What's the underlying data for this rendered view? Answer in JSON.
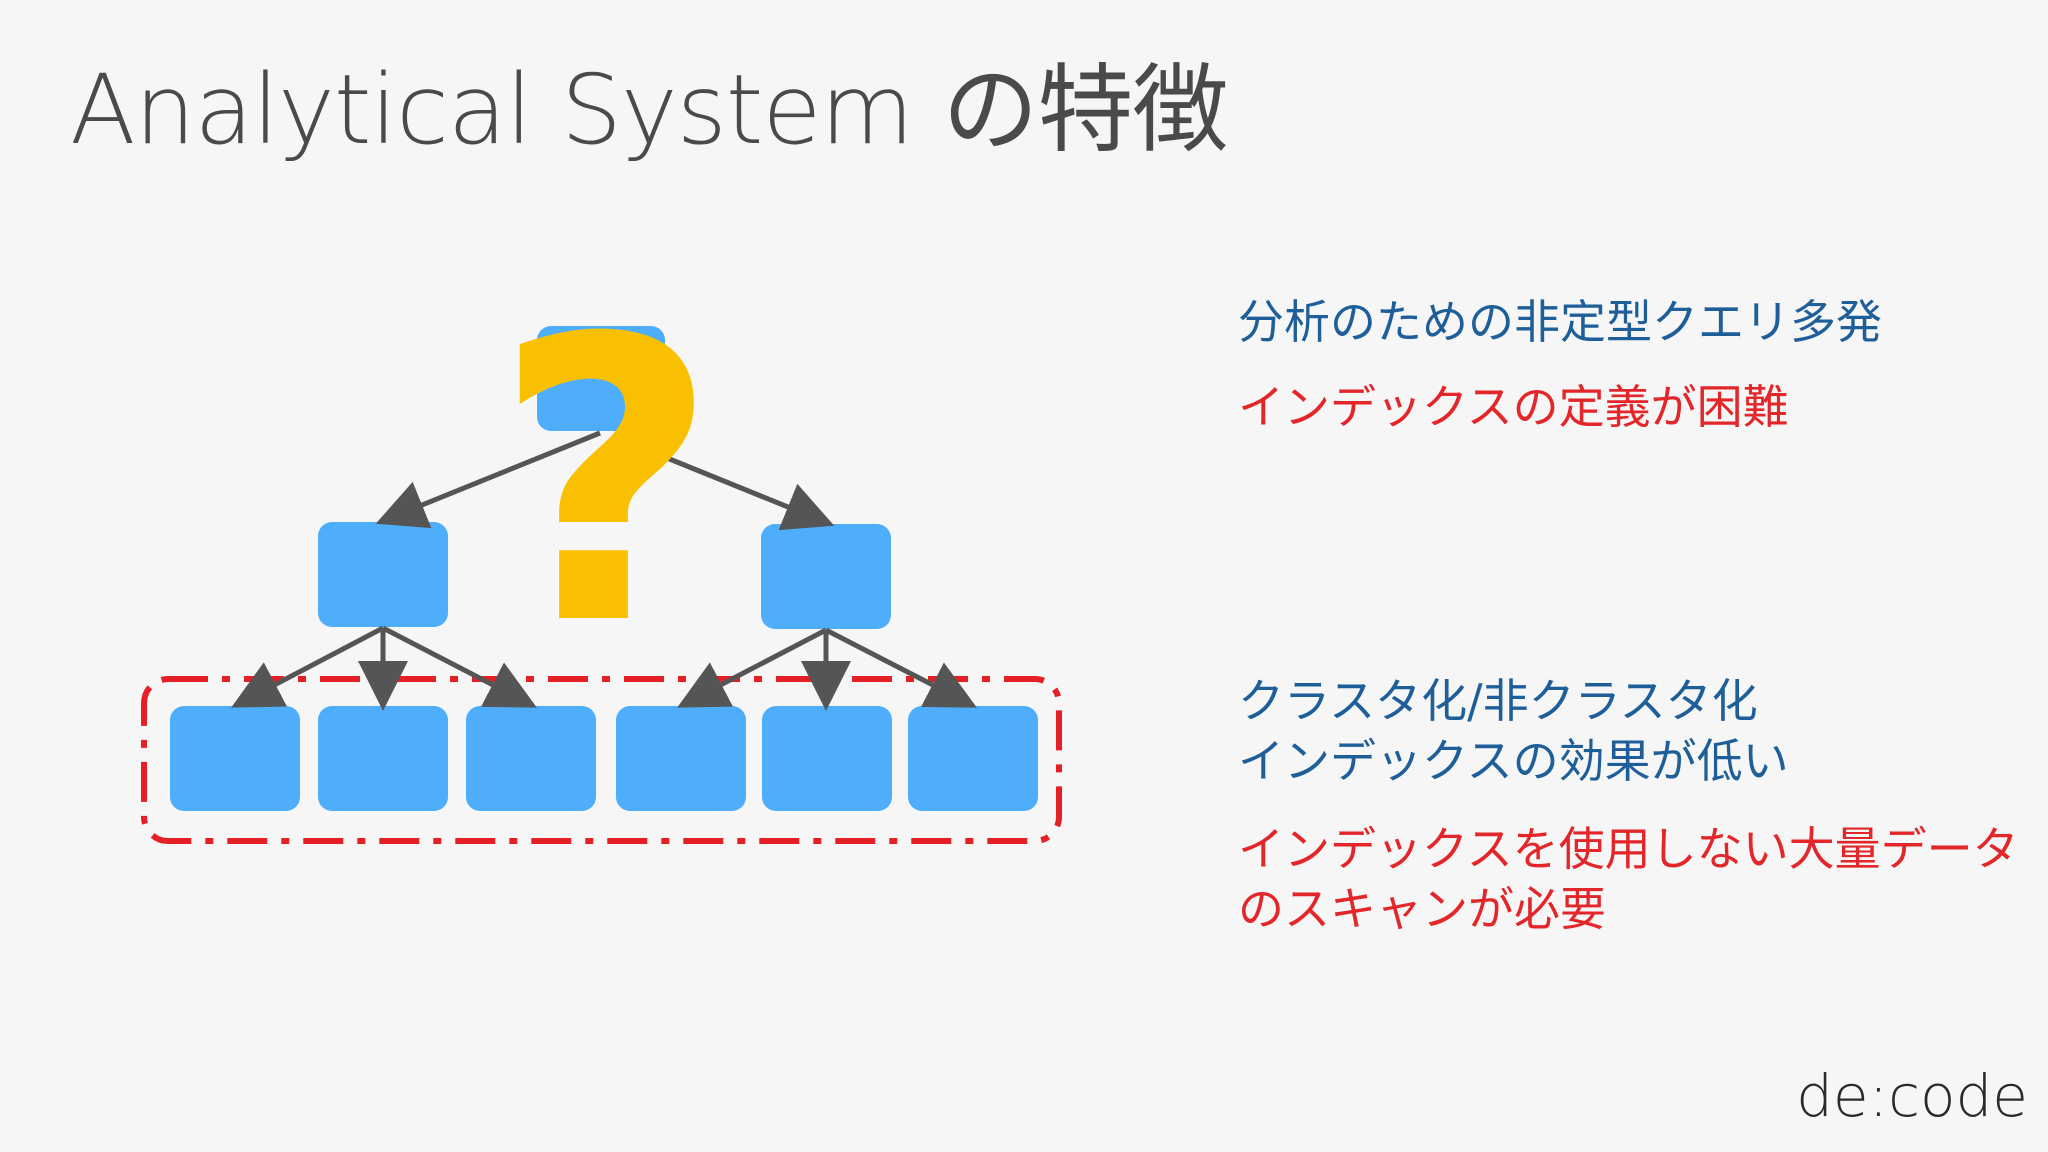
{
  "slide": {
    "title": "Analytical System の特徴",
    "points": {
      "p1": "分析のための非定型クエリ多発",
      "p2": "インデックスの定義が困難",
      "p3_line1": "クラスタ化/非クラスタ化",
      "p3_line2": "インデックスの効果が低い",
      "p4_line1": "インデックスを使用しない大量データ",
      "p4_line2": "のスキャンが必要"
    },
    "question_mark": "?",
    "brand": "de:code"
  },
  "colors": {
    "background": "#f6f6f6",
    "title": "#4a4a4a",
    "node_fill": "#4faefc",
    "arrow": "#555555",
    "question_mark": "#f8c000",
    "highlight_dash": "#e41f26",
    "text_blue": "#1f5f99",
    "text_red": "#e3262a"
  }
}
